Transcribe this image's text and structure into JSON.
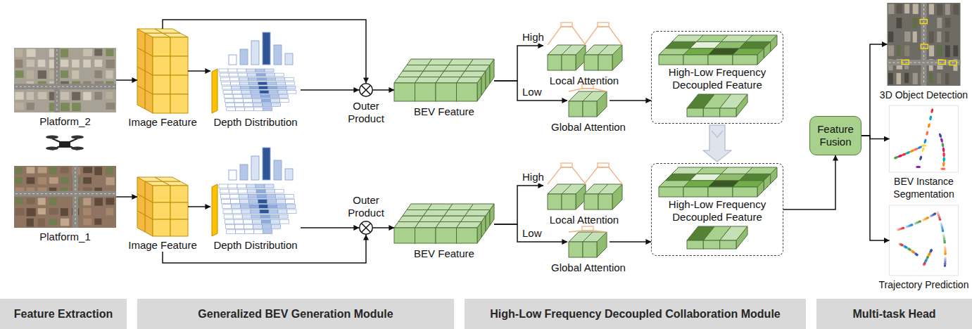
{
  "diagram": {
    "nodes": [
      {
        "text": [
          "Platform_2"
        ]
      },
      {
        "text": [
          "Image Feature"
        ]
      },
      {
        "text": [
          "Depth Distribution"
        ]
      },
      {
        "text": [
          "Outer Product"
        ]
      },
      {
        "text": [
          "BEV Feature"
        ]
      },
      {
        "text": [
          "Local Attention"
        ]
      },
      {
        "text": [
          "Global Attention"
        ]
      },
      {
        "text": [
          "High-Low Frequency Decoupled Feature"
        ]
      },
      {
        "text": [
          "Platform_1"
        ]
      },
      {
        "text": [
          "Image Feature"
        ]
      },
      {
        "text": [
          "Depth Distribution"
        ]
      },
      {
        "text": [
          "Outer Product"
        ]
      },
      {
        "text": [
          "BEV Feature"
        ]
      },
      {
        "text": [
          "Local Attention"
        ]
      },
      {
        "text": [
          "Global Attention"
        ]
      },
      {
        "text": [
          "High-Low Frequency Decoupled Feature"
        ]
      },
      {
        "text": [
          "Feature Fusion"
        ]
      },
      {
        "text": [
          "3D Object Detection"
        ]
      },
      {
        "text": [
          "BEV Instance Segmentation"
        ]
      },
      {
        "text": [
          "Trajectory Prediction"
        ]
      },
      {
        "text": [
          "Feature Extraction"
        ]
      },
      {
        "text": [
          "Generalized BEV Generation Module"
        ]
      },
      {
        "text": [
          "High-Low Frequency Decoupled Collaboration Module"
        ]
      },
      {
        "text": [
          "Multi-task Head"
        ]
      }
    ],
    "edges": [
      {
        "from": 0,
        "to": 1,
        "arrow": "to"
      },
      {
        "from": 1,
        "to": 2,
        "arrow": "to"
      },
      {
        "from": 2,
        "to": 3,
        "arrow": "to"
      },
      {
        "from": 1,
        "to": 3,
        "arrow": "to"
      },
      {
        "from": 3,
        "to": 4,
        "arrow": "to"
      },
      {
        "from": 4,
        "to": 5,
        "label": "High",
        "arrow": "to"
      },
      {
        "from": 4,
        "to": 6,
        "label": "Low",
        "arrow": "to"
      },
      {
        "from": 6,
        "to": 7,
        "arrow": "to"
      },
      {
        "from": 7,
        "to": 15,
        "arrow": "to"
      },
      {
        "from": 8,
        "to": 9,
        "arrow": "to"
      },
      {
        "from": 9,
        "to": 10,
        "arrow": "to"
      },
      {
        "from": 10,
        "to": 11,
        "arrow": "to"
      },
      {
        "from": 9,
        "to": 11,
        "arrow": "to"
      },
      {
        "from": 11,
        "to": 12,
        "arrow": "to"
      },
      {
        "from": 12,
        "to": 13,
        "label": "High",
        "arrow": "to"
      },
      {
        "from": 12,
        "to": 14,
        "label": "Low",
        "arrow": "to"
      },
      {
        "from": 14,
        "to": 15,
        "arrow": "to"
      },
      {
        "from": 15,
        "to": 16,
        "arrow": "to"
      },
      {
        "from": 16,
        "to": 17,
        "arrow": "to"
      },
      {
        "from": 16,
        "to": 18,
        "arrow": "to"
      },
      {
        "from": 16,
        "to": 19,
        "arrow": "to"
      }
    ]
  }
}
